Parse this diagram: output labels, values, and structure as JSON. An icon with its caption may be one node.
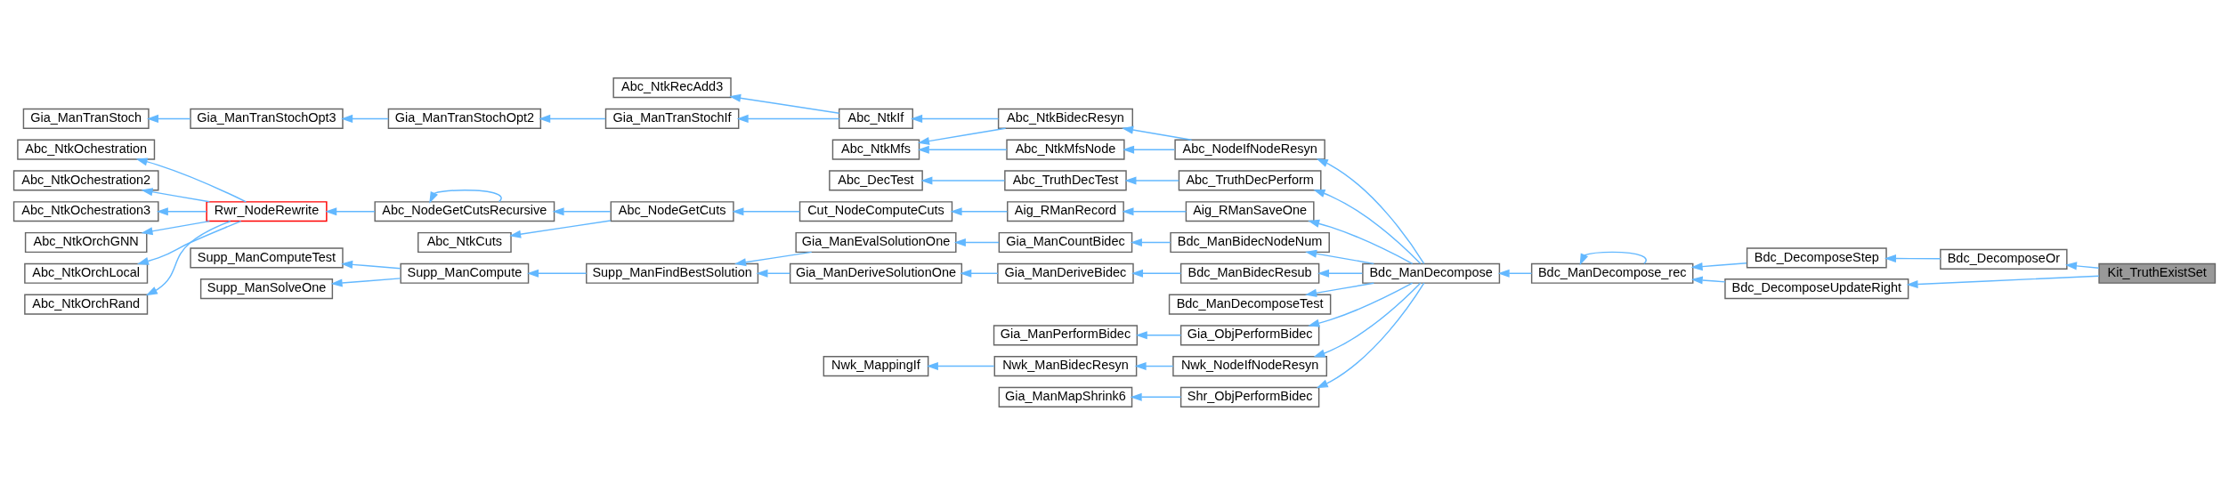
{
  "diagram": {
    "nodes": [
      {
        "text": [
          "Kit_TruthExistSet"
        ]
      },
      {
        "text": [
          "Bdc_DecomposeOr"
        ]
      },
      {
        "text": [
          "Bdc_DecomposeStep"
        ]
      },
      {
        "text": [
          "Bdc_DecomposeUpdateRight"
        ]
      },
      {
        "text": [
          "Bdc_ManDecompose_rec"
        ]
      },
      {
        "text": [
          "Bdc_ManDecompose"
        ]
      },
      {
        "text": [
          "Abc_NodeIfNodeResyn"
        ]
      },
      {
        "text": [
          "Abc_TruthDecPerform"
        ]
      },
      {
        "text": [
          "Aig_RManSaveOne"
        ]
      },
      {
        "text": [
          "Bdc_ManBidecNodeNum"
        ]
      },
      {
        "text": [
          "Bdc_ManBidecResub"
        ]
      },
      {
        "text": [
          "Bdc_ManDecomposeTest"
        ]
      },
      {
        "text": [
          "Gia_ObjPerformBidec"
        ]
      },
      {
        "text": [
          "Nwk_NodeIfNodeResyn"
        ]
      },
      {
        "text": [
          "Shr_ObjPerformBidec"
        ]
      },
      {
        "text": [
          "Abc_NtkBidecResyn"
        ]
      },
      {
        "text": [
          "Abc_NtkMfsNode"
        ]
      },
      {
        "text": [
          "Abc_TruthDecTest"
        ]
      },
      {
        "text": [
          "Aig_RManRecord"
        ]
      },
      {
        "text": [
          "Gia_ManCountBidec"
        ]
      },
      {
        "text": [
          "Gia_ManDeriveBidec"
        ]
      },
      {
        "text": [
          "Gia_ManPerformBidec"
        ]
      },
      {
        "text": [
          "Nwk_ManBidecResyn"
        ]
      },
      {
        "text": [
          "Gia_ManMapShrink6"
        ]
      },
      {
        "text": [
          "Abc_NtkIf"
        ]
      },
      {
        "text": [
          "Abc_NtkMfs"
        ]
      },
      {
        "text": [
          "Abc_DecTest"
        ]
      },
      {
        "text": [
          "Cut_NodeComputeCuts"
        ]
      },
      {
        "text": [
          "Gia_ManEvalSolutionOne"
        ]
      },
      {
        "text": [
          "Gia_ManDeriveSolutionOne"
        ]
      },
      {
        "text": [
          "Nwk_MappingIf"
        ]
      },
      {
        "text": [
          "Abc_NtkRecAdd3"
        ]
      },
      {
        "text": [
          "Gia_ManTranStochIf"
        ]
      },
      {
        "text": [
          "Abc_NodeGetCuts"
        ]
      },
      {
        "text": [
          "Supp_ManFindBestSolution"
        ]
      },
      {
        "text": [
          "Gia_ManTranStochOpt2"
        ]
      },
      {
        "text": [
          "Abc_NodeGetCutsRecursive"
        ]
      },
      {
        "text": [
          "Abc_NtkCuts"
        ]
      },
      {
        "text": [
          "Supp_ManCompute"
        ]
      },
      {
        "text": [
          "Gia_ManTranStochOpt3"
        ]
      },
      {
        "text": [
          "Rwr_NodeRewrite"
        ]
      },
      {
        "text": [
          "Supp_ManComputeTest"
        ]
      },
      {
        "text": [
          "Supp_ManSolveOne"
        ]
      },
      {
        "text": [
          "Gia_ManTranStoch"
        ]
      },
      {
        "text": [
          "Abc_NtkOchestration"
        ]
      },
      {
        "text": [
          "Abc_NtkOchestration2"
        ]
      },
      {
        "text": [
          "Abc_NtkOchestration3"
        ]
      },
      {
        "text": [
          "Abc_NtkOrchGNN"
        ]
      },
      {
        "text": [
          "Abc_NtkOrchLocal"
        ]
      },
      {
        "text": [
          "Abc_NtkOrchRand"
        ]
      }
    ],
    "edges": [
      {
        "from": 0,
        "to": 1,
        "arrow": "to"
      },
      {
        "from": 0,
        "to": 3,
        "arrow": "to"
      },
      {
        "from": 1,
        "to": 2,
        "arrow": "to"
      },
      {
        "from": 2,
        "to": 4,
        "arrow": "to"
      },
      {
        "from": 3,
        "to": 4,
        "arrow": "to"
      },
      {
        "from": 4,
        "to": 4,
        "arrow": "to"
      },
      {
        "from": 4,
        "to": 5,
        "arrow": "to"
      },
      {
        "from": 5,
        "to": 6,
        "arrow": "to"
      },
      {
        "from": 5,
        "to": 7,
        "arrow": "to"
      },
      {
        "from": 5,
        "to": 8,
        "arrow": "to"
      },
      {
        "from": 5,
        "to": 9,
        "arrow": "to"
      },
      {
        "from": 5,
        "to": 10,
        "arrow": "to"
      },
      {
        "from": 5,
        "to": 11,
        "arrow": "to"
      },
      {
        "from": 5,
        "to": 12,
        "arrow": "to"
      },
      {
        "from": 5,
        "to": 13,
        "arrow": "to"
      },
      {
        "from": 5,
        "to": 14,
        "arrow": "to"
      },
      {
        "from": 6,
        "to": 15,
        "arrow": "to"
      },
      {
        "from": 6,
        "to": 16,
        "arrow": "to"
      },
      {
        "from": 7,
        "to": 17,
        "arrow": "to"
      },
      {
        "from": 8,
        "to": 18,
        "arrow": "to"
      },
      {
        "from": 9,
        "to": 19,
        "arrow": "to"
      },
      {
        "from": 10,
        "to": 20,
        "arrow": "to"
      },
      {
        "from": 12,
        "to": 21,
        "arrow": "to"
      },
      {
        "from": 13,
        "to": 22,
        "arrow": "to"
      },
      {
        "from": 14,
        "to": 23,
        "arrow": "to"
      },
      {
        "from": 15,
        "to": 24,
        "arrow": "to"
      },
      {
        "from": 15,
        "to": 25,
        "arrow": "to"
      },
      {
        "from": 16,
        "to": 25,
        "arrow": "to"
      },
      {
        "from": 17,
        "to": 26,
        "arrow": "to"
      },
      {
        "from": 18,
        "to": 27,
        "arrow": "to"
      },
      {
        "from": 19,
        "to": 28,
        "arrow": "to"
      },
      {
        "from": 20,
        "to": 29,
        "arrow": "to"
      },
      {
        "from": 22,
        "to": 30,
        "arrow": "to"
      },
      {
        "from": 24,
        "to": 31,
        "arrow": "to"
      },
      {
        "from": 24,
        "to": 32,
        "arrow": "to"
      },
      {
        "from": 27,
        "to": 33,
        "arrow": "to"
      },
      {
        "from": 28,
        "to": 34,
        "arrow": "to"
      },
      {
        "from": 29,
        "to": 34,
        "arrow": "to"
      },
      {
        "from": 32,
        "to": 35,
        "arrow": "to"
      },
      {
        "from": 33,
        "to": 36,
        "arrow": "to"
      },
      {
        "from": 33,
        "to": 37,
        "arrow": "to"
      },
      {
        "from": 34,
        "to": 38,
        "arrow": "to"
      },
      {
        "from": 35,
        "to": 39,
        "arrow": "to"
      },
      {
        "from": 36,
        "to": 36,
        "arrow": "to"
      },
      {
        "from": 36,
        "to": 40,
        "arrow": "to"
      },
      {
        "from": 38,
        "to": 41,
        "arrow": "to"
      },
      {
        "from": 38,
        "to": 42,
        "arrow": "to"
      },
      {
        "from": 39,
        "to": 43,
        "arrow": "to"
      },
      {
        "from": 40,
        "to": 44,
        "arrow": "to"
      },
      {
        "from": 40,
        "to": 45,
        "arrow": "to"
      },
      {
        "from": 40,
        "to": 46,
        "arrow": "to"
      },
      {
        "from": 40,
        "to": 47,
        "arrow": "to"
      },
      {
        "from": 40,
        "to": 48,
        "arrow": "to"
      },
      {
        "from": 40,
        "to": 49,
        "arrow": "to"
      }
    ]
  }
}
